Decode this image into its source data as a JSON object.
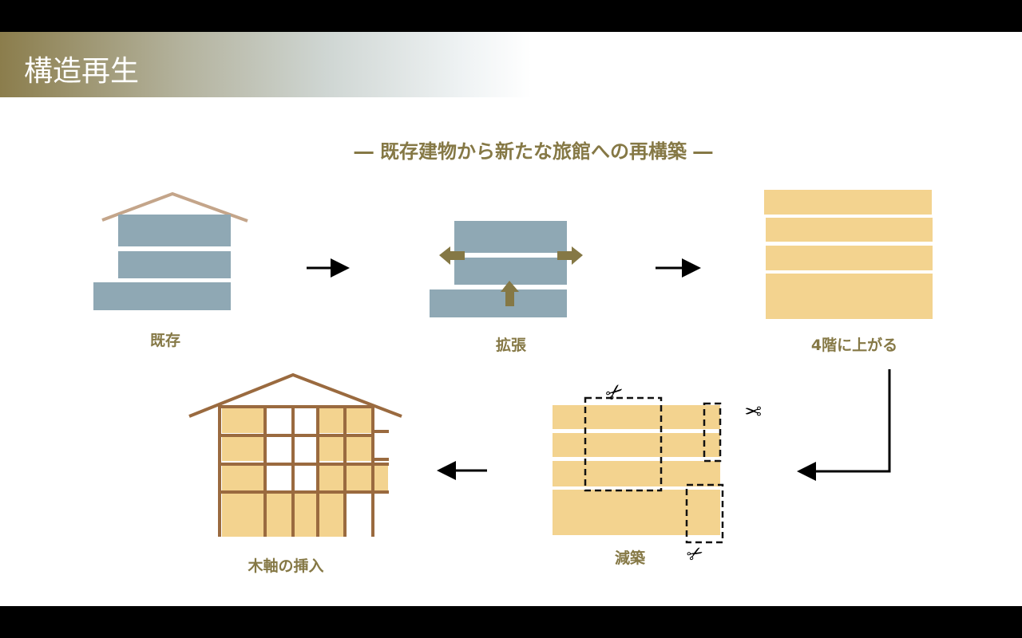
{
  "header": {
    "title": "構造再生"
  },
  "subtitle": "― 既存建物から新たな旅館への再構築 ―",
  "steps": [
    {
      "label": "既存"
    },
    {
      "label": "拡張"
    },
    {
      "label": "4階に上がる"
    },
    {
      "label": "減築"
    },
    {
      "label": "木軸の挿入"
    }
  ],
  "colors": {
    "blue": "#8fa8b4",
    "yellow": "#f3d38f",
    "wood": "#9a6a3f",
    "olive": "#857845",
    "roof": "#c4a58a"
  }
}
